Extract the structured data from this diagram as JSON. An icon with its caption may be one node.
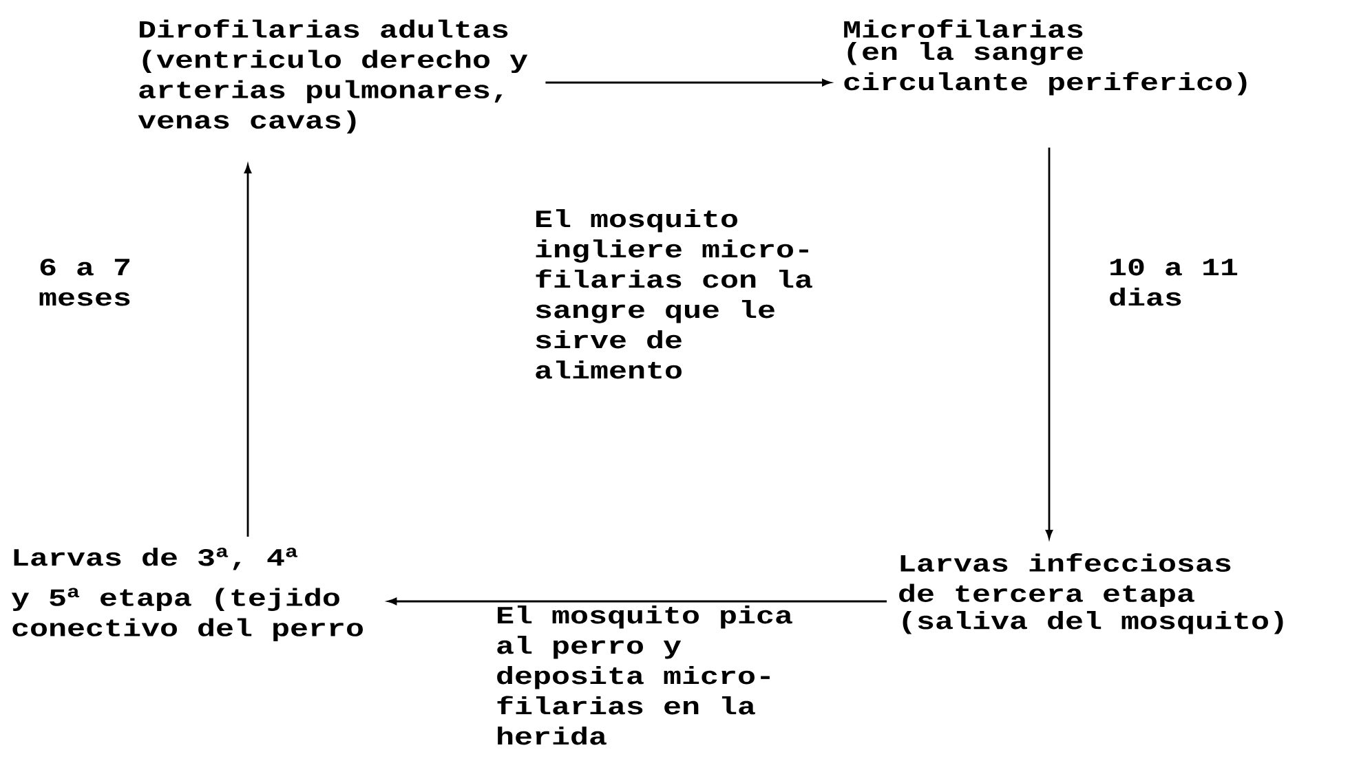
{
  "diagram": {
    "nodes": [
      {
        "text": [
          "Dirofilarias adultas (ventriculo derecho y arterias pulmonares, venas cavas)"
        ]
      },
      {
        "text": [
          "Microfilarias",
          "(en la sangre circulante periferico)"
        ]
      },
      {
        "text": [
          "Larvas infecciosas de tercera etapa",
          "(saliva del mosquito)"
        ]
      },
      {
        "text": [
          "Larvas de 3$^{a}$, 4$^{a}$",
          "y 5$^{a}$ etapa (tejido conectivo del perro"
        ]
      }
    ],
    "edges": [
      {
        "from": 0,
        "to": 1,
        "arrow": "to"
      },
      {
        "from": 1,
        "to": 2,
        "arrow": "to",
        "label": "10 a 11 dias"
      },
      {
        "from": 2,
        "to": 3,
        "arrow": "to",
        "label": "El mosquito pica al perro y deposita micro- filarias en la herida"
      },
      {
        "from": 3,
        "to": 0,
        "arrow": "to",
        "label": "6 a 7 meses"
      }
    ],
    "labels": [
      "El mosquito ingliere micro- filarias con la sangre que le sirve de alimento"
    ]
  }
}
